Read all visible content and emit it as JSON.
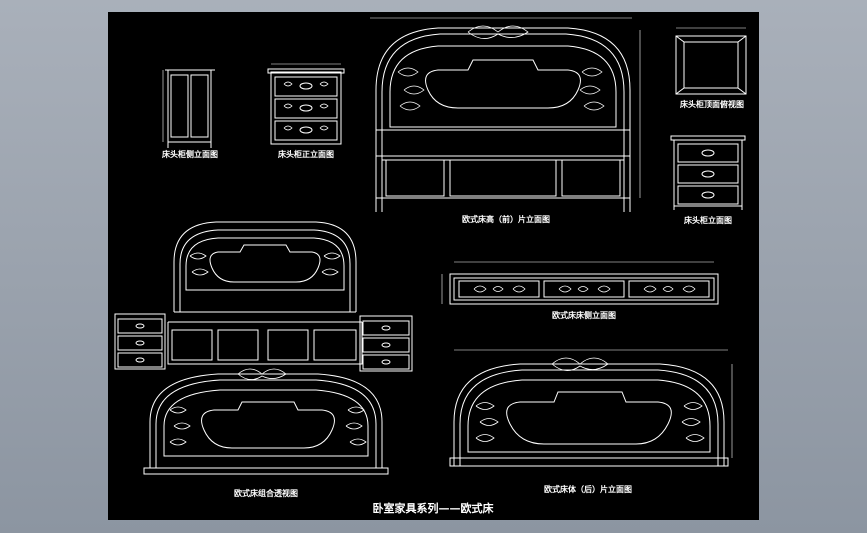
{
  "sheet": {
    "title": "卧室家具系列——欧式床"
  },
  "views": [
    {
      "id": "bedside-side",
      "label": "床头柜侧立面图"
    },
    {
      "id": "bedside-front",
      "label": "床头柜正立面图"
    },
    {
      "id": "headboard-front",
      "label": "欧式床高（前）片立面图"
    },
    {
      "id": "bedside-top",
      "label": "床头柜顶面俯视图"
    },
    {
      "id": "bedside-front-2",
      "label": "床头柜立面图"
    },
    {
      "id": "side-rail",
      "label": "欧式床床侧立面图"
    },
    {
      "id": "assembly",
      "label": "欧式床组合透视图"
    },
    {
      "id": "footboard-front",
      "label": "欧式床体（后）片立面图"
    }
  ],
  "colors": {
    "background": "#000000",
    "lines": "#ffffff",
    "window": "#9aa2ad"
  }
}
